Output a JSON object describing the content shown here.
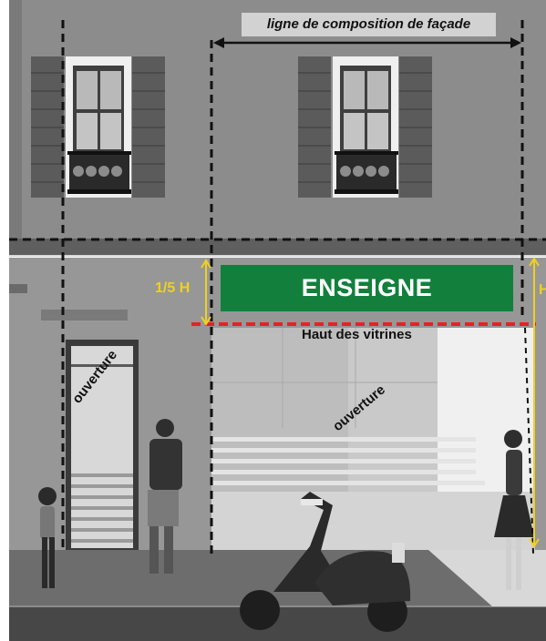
{
  "facade_line_label": "ligne de composition de façade",
  "sign_text": "ENSEIGNE",
  "shop_window_top_label": "Haut des vitrines",
  "sign_height_label": "1/5 H",
  "storefront_height_label": "H",
  "door_label": "ouverture",
  "window_label": "ouverture",
  "colors": {
    "sign_green": "#12803c",
    "guide_yellow": "#f0d020",
    "shop_window_line_red": "#e8202a",
    "guide_black": "#111111"
  }
}
